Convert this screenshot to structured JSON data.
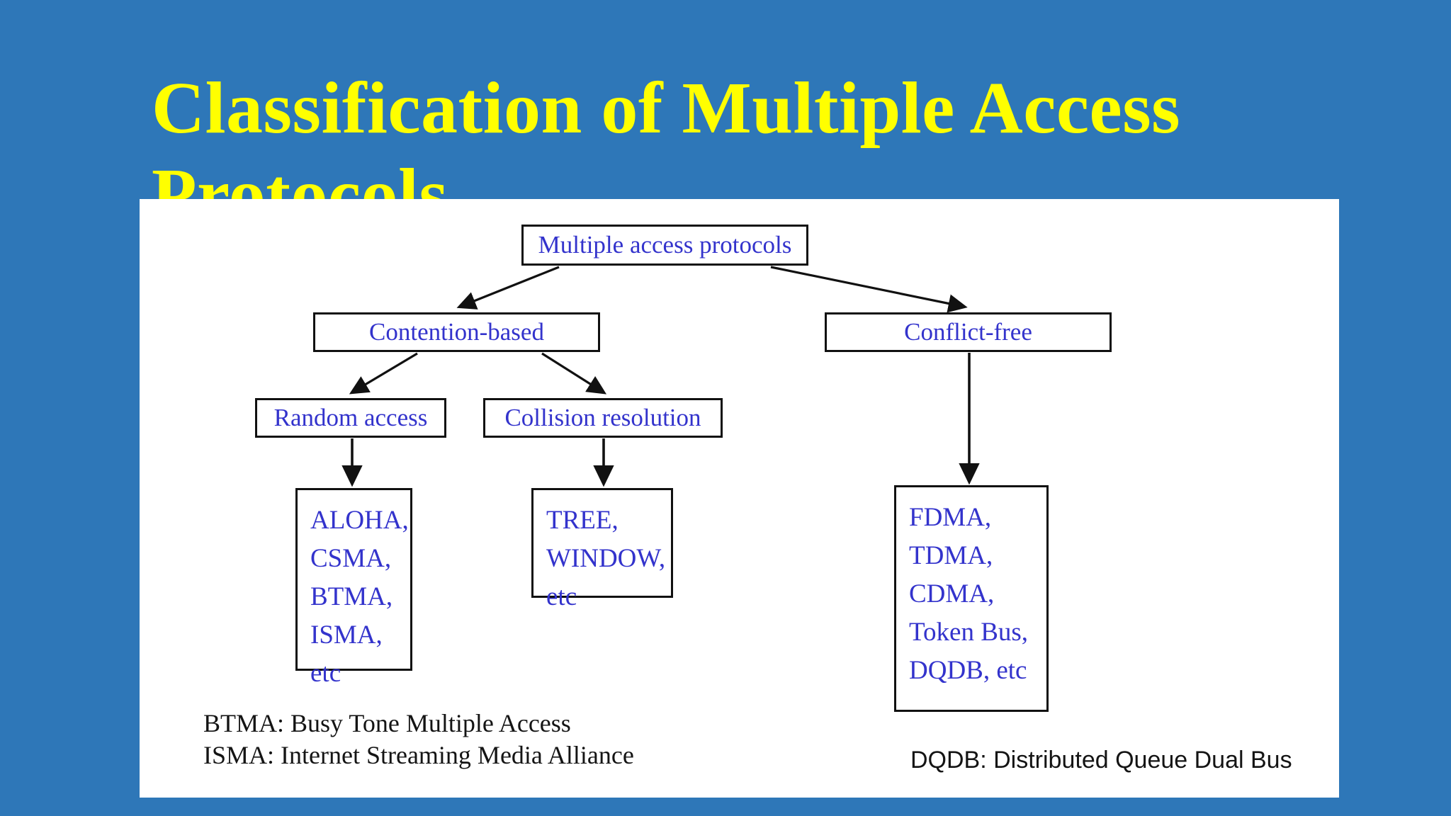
{
  "slide": {
    "title": "Classification of Multiple Access Protocols",
    "background_color": "#2e77b8",
    "title_color": "#ffff00",
    "panel_color": "#ffffff",
    "node_text_color": "#3333cc",
    "node_border_color": "#111111",
    "footnote_color": "#141414"
  },
  "diagram": {
    "type": "tree",
    "nodes": {
      "root": "Multiple access protocols",
      "contention": "Contention-based",
      "conflict": "Conflict-free",
      "random_access": "Random access",
      "collision_resolution": "Collision resolution",
      "random_access_list": "ALOHA,\nCSMA,\nBTMA,\nISMA,\netc",
      "collision_resolution_list": "TREE,\nWINDOW,\netc",
      "conflict_free_list": "FDMA,\nTDMA,\nCDMA,\nToken Bus,\nDQDB, etc"
    },
    "edges": [
      {
        "from": "root",
        "to": "contention",
        "style": "arrow-diagonal"
      },
      {
        "from": "root",
        "to": "conflict",
        "style": "arrow-diagonal"
      },
      {
        "from": "contention",
        "to": "random_access",
        "style": "arrow-diagonal"
      },
      {
        "from": "contention",
        "to": "collision_resolution",
        "style": "arrow-diagonal"
      },
      {
        "from": "random_access",
        "to": "random_access_list",
        "style": "arrow-vertical"
      },
      {
        "from": "collision_resolution",
        "to": "collision_resolution_list",
        "style": "arrow-vertical"
      },
      {
        "from": "conflict",
        "to": "conflict_free_list",
        "style": "arrow-vertical"
      }
    ]
  },
  "footnotes": {
    "abbreviations": "BTMA: Busy Tone Multiple Access\nISMA: Internet Streaming Media Alliance",
    "dqdb": "DQDB: Distributed Queue Dual Bus"
  }
}
